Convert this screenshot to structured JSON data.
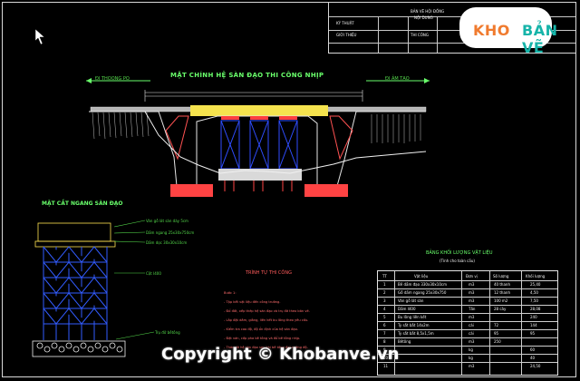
{
  "watermark": {
    "logo_left": "KHO",
    "logo_right": "BẢN VẼ",
    "copyright": "Copyright © Khobanve.vn"
  },
  "title_block": {
    "line1": "BẢN VẼ HỘI ĐỒNG",
    "line2": "NỘI DUNG",
    "line3": "KÝ THUẬT",
    "line4": "GIỚI THIỆU",
    "line5": "THI CÔNG"
  },
  "drawing": {
    "main_title": "MẶT CHÍNH HỆ SÀN ĐẠO THI CÔNG NHỊP",
    "left_arrow": "ĐI THOONG PO",
    "right_arrow": "ĐI ẢM TẠO",
    "section_title": "MẶT CẮT NGANG SÀN ĐẠO",
    "table_title": "BẢNG KHỐI LƯỢNG VẬT LIỆU",
    "table_subtitle": "(Tính cho toàn cầu)",
    "technical_title": "TRÌNH TỰ THI CÔNG"
  },
  "notes": [
    "Bước 1:",
    "- Tập kết vật liệu đến công trường.",
    "- Đổ đất, xếp thép hệ sàn đạo và trụ đỡ theo bản vẽ.",
    "- Lắp đặt dầm, giằng, liên kết bu lông theo yêu cầu.",
    "- Kiểm tra cao độ, độ ổn định của hệ sàn đạo.",
    "- Đặt ván, cốp pha bê tông và đổ bê tông nhịp.",
    "- Tháo dỡ hệ sàn đạo sau khi bê tông đạt cường độ."
  ],
  "table": {
    "headers": [
      "TT",
      "Vật liệu",
      "Đơn vị",
      "Số lượng",
      "Khối lượng"
    ],
    "rows": [
      [
        "1",
        "Bê dầm đạo 330x30x10cm",
        "m3",
        "40 thanh",
        "25,40"
      ],
      [
        "2",
        "Gỗ dầm ngang 25x30x750",
        "m3",
        "12 thanh",
        "4,50"
      ],
      [
        "3",
        "Ván gỗ lát sàn",
        "m3",
        "100 m2",
        "7,50"
      ],
      [
        "4",
        "Dầm I400",
        "Tấn",
        "28 cây",
        "28,08"
      ],
      [
        "5",
        "Bu lông liên kết",
        "m3",
        "",
        "240"
      ],
      [
        "6",
        "Ty sắt bắt 14x2m",
        "cái",
        "72",
        "144"
      ],
      [
        "7",
        "Ty sắt bắt 8,5x1,5m",
        "cái",
        "95",
        "95"
      ],
      [
        "8",
        "Bêtông",
        "m3",
        "250",
        ""
      ],
      [
        "9",
        "",
        "kg",
        "",
        "60"
      ],
      [
        "10",
        "",
        "kg",
        "",
        "40"
      ],
      [
        "11",
        "",
        "m3",
        "",
        "24,50"
      ]
    ]
  },
  "section_notes": [
    "Ván gỗ lát sàn dày 5cm",
    "Dầm ngang 25x30x750cm",
    "Dầm dọc 30x30x10cm",
    "Cột I400",
    "Trụ đỡ bêtông"
  ]
}
